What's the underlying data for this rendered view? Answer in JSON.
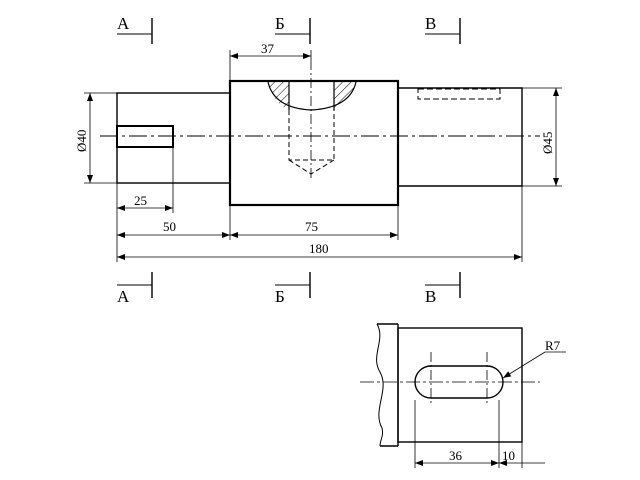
{
  "drawing": {
    "sections": {
      "a_top": "А",
      "b_top": "Б",
      "v_top": "В",
      "a_bottom": "А",
      "b_bottom": "Б",
      "v_bottom": "В"
    },
    "dimensions": {
      "width_37": "37",
      "dia_40": "Ø40",
      "dia_45": "Ø45",
      "len_25": "25",
      "len_50": "50",
      "len_75": "75",
      "len_180": "180",
      "radius_r7": "R7",
      "len_36": "36",
      "len_10": "10"
    },
    "colors": {
      "line": "#000000",
      "background": "#ffffff"
    }
  }
}
